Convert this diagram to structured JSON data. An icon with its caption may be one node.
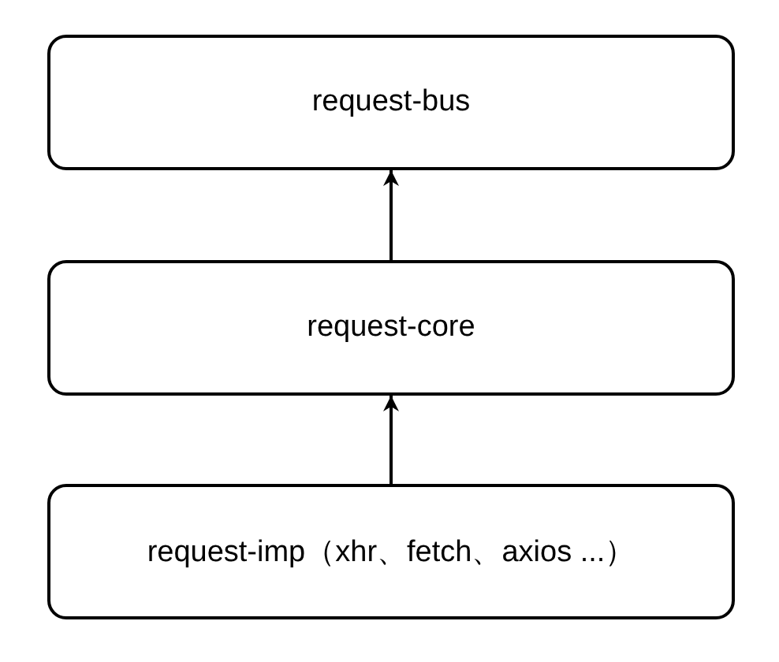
{
  "diagram": {
    "nodes": [
      {
        "text": [
          "request-bus"
        ]
      },
      {
        "text": [
          "request-core"
        ]
      },
      {
        "text": [
          "request-imp（xhr、fetch、axios ...）"
        ]
      }
    ],
    "edges": [
      {
        "from": 1,
        "to": 0,
        "arrow": "to"
      },
      {
        "from": 2,
        "to": 1,
        "arrow": "to"
      }
    ]
  }
}
